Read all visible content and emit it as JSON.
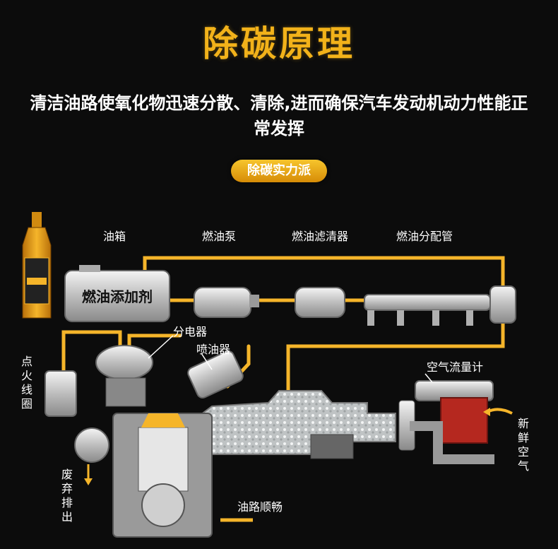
{
  "title": "除碳原理",
  "subtitle": "清洁油路使氧化物迅速分散、清除,进而确保汽车发动机动力性能正常发挥",
  "badge": "除碳实力派",
  "labels": {
    "fuel_tank": "油箱",
    "fuel_pump": "燃油泵",
    "fuel_filter": "燃油滤清器",
    "fuel_rail": "燃油分配管",
    "additive": "燃油添加剂",
    "distributor": "分电器",
    "injector": "喷油器",
    "ignition_coil": "点火线圈",
    "air_flow_meter": "空气流量计",
    "fresh_air": "新鲜空气",
    "exhaust": "废弃排出",
    "fuel_line_smooth": "油路顺畅"
  },
  "colors": {
    "accent": "#f2b21a",
    "pipe": "#f5b52a",
    "background": "#0c0c0c"
  }
}
